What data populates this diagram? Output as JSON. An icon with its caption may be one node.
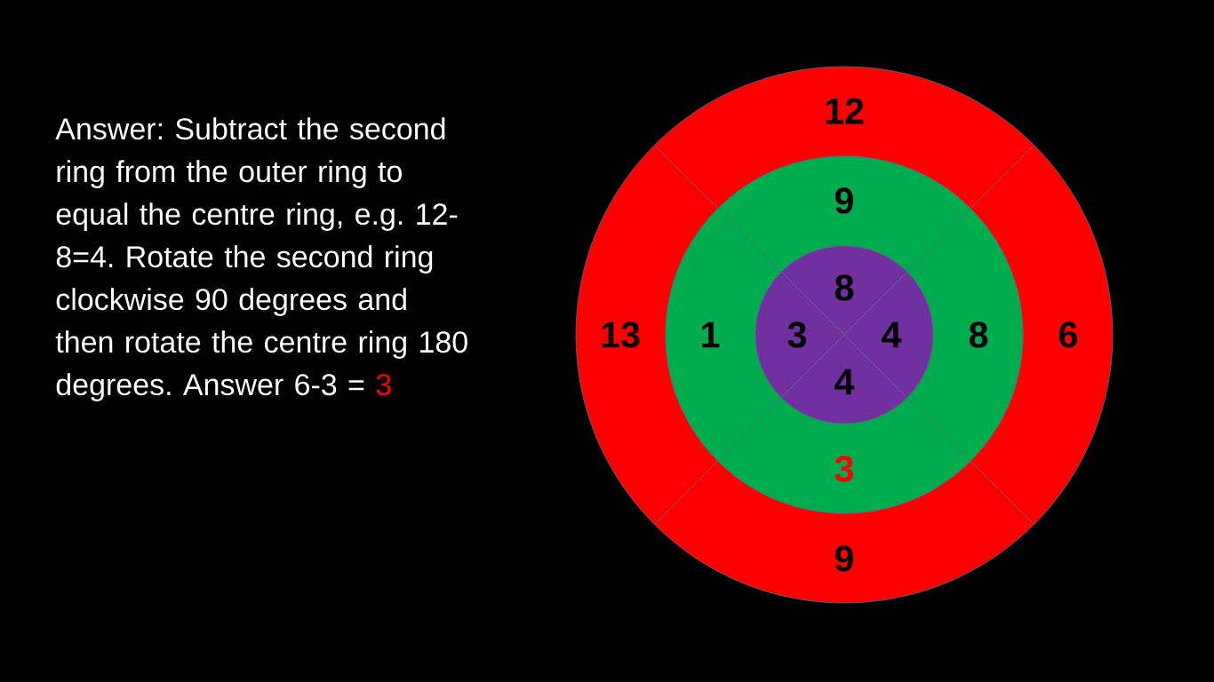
{
  "diagram": {
    "nodes": [
      {
        "text": [
          "12"
        ]
      },
      {
        "text": [
          "6"
        ]
      },
      {
        "text": [
          "9"
        ]
      },
      {
        "text": [
          "13"
        ]
      },
      {
        "text": [
          "9"
        ]
      },
      {
        "text": [
          "8"
        ]
      },
      {
        "text": [
          "3"
        ]
      },
      {
        "text": [
          "1"
        ]
      },
      {
        "text": [
          "8"
        ]
      },
      {
        "text": [
          "4"
        ]
      },
      {
        "text": [
          "4"
        ]
      },
      {
        "text": [
          "3"
        ]
      }
    ],
    "labels": [
      "Answer: Subtract the second ring from the outer ring to equal the centre ring, e.g. 12-8=4. Rotate the second ring clockwise 90 degrees and then rotate the centre ring 180 degrees. Answer 6-3 =",
      "3"
    ]
  }
}
